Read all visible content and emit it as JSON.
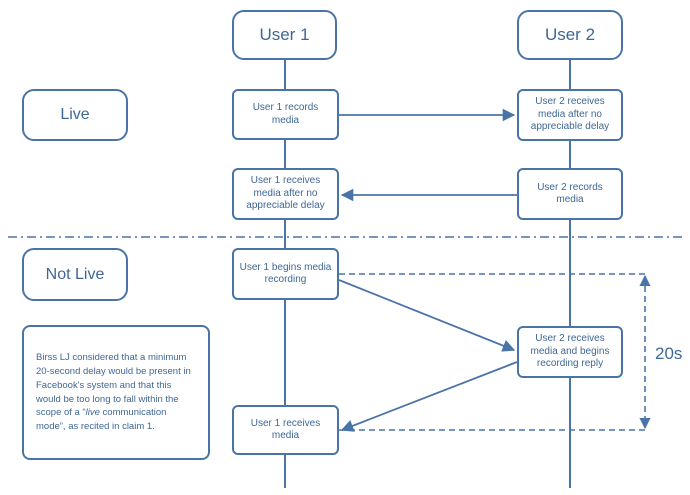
{
  "lanes": {
    "user1": "User 1",
    "user2": "User 2"
  },
  "sections": {
    "live": "Live",
    "not_live": "Not Live"
  },
  "events": {
    "u1_records": "User 1 records media",
    "u2_receives_live": "User 2 receives media after no appreciable delay",
    "u1_receives_live": "User 1 receives media after no appreciable delay",
    "u2_records": "User 2 records media",
    "u1_begins": "User 1 begins media recording",
    "u2_receives_begins": "User 2 receives media and begins recording reply",
    "u1_receives": "User 1 receives media"
  },
  "note": {
    "pre": "Birss LJ considered that a minimum 20-second delay would be present in Facebook's system and that this would be too long to fall within the scope of a “",
    "emph": "live",
    "post": " communication mode”, as recited in claim 1."
  },
  "delay_label": "20s",
  "colors": {
    "stroke": "#4a74a8",
    "text": "#3f6796"
  }
}
